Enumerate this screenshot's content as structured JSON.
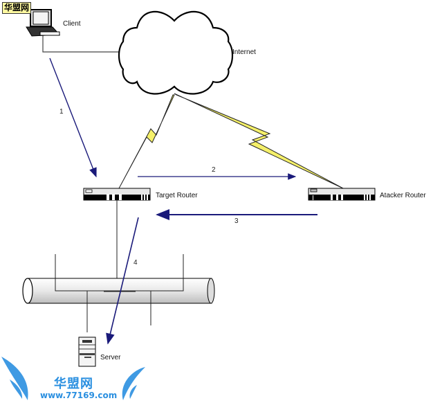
{
  "watermark": {
    "badge": "华盟网",
    "title": "华盟网",
    "url": "www.77169.com",
    "color": "#2a8fe0"
  },
  "nodes": {
    "client": "Client",
    "internet": "Internet",
    "target_router": "Target Router",
    "attacker_router": "Atacker Router",
    "server": "Server"
  },
  "steps": [
    {
      "label": "1",
      "from": "Client",
      "to": "Target Router"
    },
    {
      "label": "2",
      "from": "Target Router",
      "to": "Atacker Router"
    },
    {
      "label": "3",
      "from": "Atacker Router",
      "to": "Target Router"
    },
    {
      "label": "4",
      "from": "Target Router",
      "to": "Server"
    }
  ],
  "colors": {
    "arrow": "#1a1a7a",
    "lightning": "#f5f06a",
    "line": "#222222"
  }
}
